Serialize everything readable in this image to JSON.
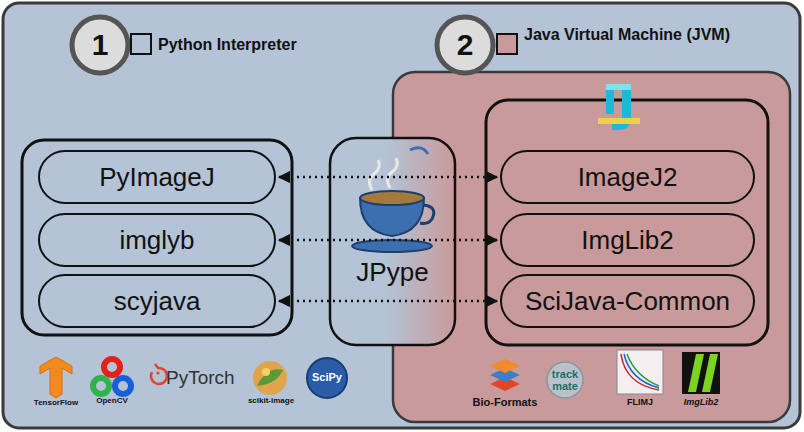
{
  "diagram": {
    "nodes": [
      {
        "text": [
          "PyImageJ"
        ]
      },
      {
        "text": [
          "imglyb"
        ]
      },
      {
        "text": [
          "scyjava"
        ]
      },
      {
        "text": [
          "JPype"
        ]
      },
      {
        "text": [
          "ImageJ2"
        ]
      },
      {
        "text": [
          "ImgLib2"
        ]
      },
      {
        "text": [
          "SciJava-Common"
        ]
      }
    ],
    "edges": [
      {
        "from": 0,
        "to": 4,
        "arrow": "both"
      },
      {
        "from": 1,
        "to": 5,
        "arrow": "both"
      },
      {
        "from": 2,
        "to": 6,
        "arrow": "both"
      }
    ],
    "labels": [
      "1",
      "2",
      "TensorFlow",
      "OpenCV",
      "PyTorch",
      "scikit-image",
      "SciPy",
      "Bio-Formats",
      "track mate",
      "FLIMJ",
      "ImgLib2"
    ],
    "legend": [
      {
        "text": "Python Interpreter",
        "color": "#b4c3d6"
      },
      {
        "text": "Java Virtual Machine (JVM)",
        "color": "#c99a9b"
      }
    ]
  }
}
